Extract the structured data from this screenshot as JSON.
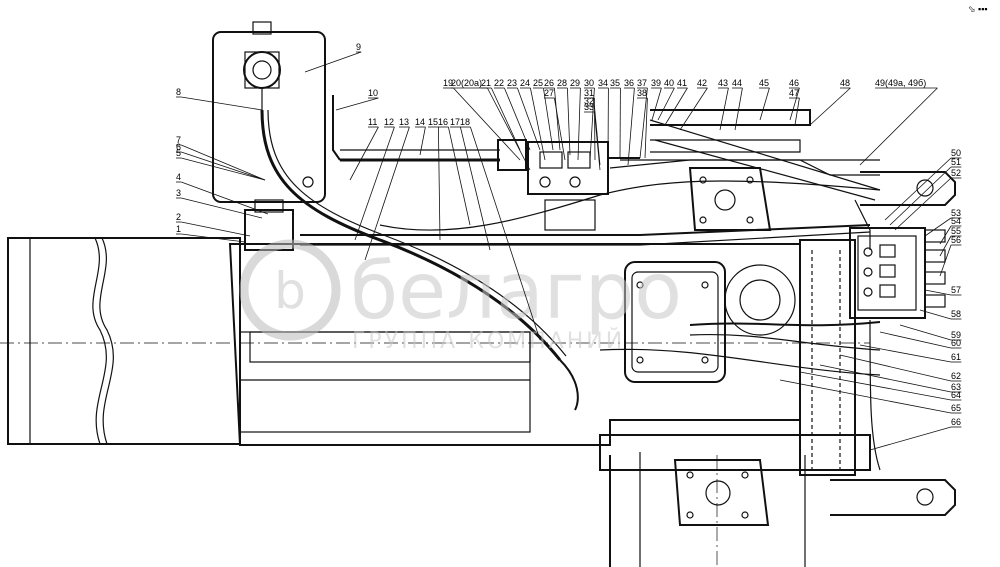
{
  "watermark": {
    "main": "белагро",
    "sub": "ГРУППА КОМПАНИЙ"
  },
  "corner_mark": "⬂ ▪▪▪",
  "callouts": [
    "1",
    "2",
    "3",
    "4",
    "5",
    "6",
    "7",
    "8",
    "9",
    "10",
    "11",
    "12",
    "13",
    "14",
    "15",
    "16",
    "17",
    "18",
    "19",
    "20(20а)",
    "21",
    "22",
    "23",
    "24",
    "25",
    "26",
    "27",
    "28",
    "29",
    "30",
    "31",
    "32",
    "33",
    "34",
    "35",
    "36",
    "37",
    "38",
    "39",
    "40",
    "41",
    "42",
    "43",
    "44",
    "45",
    "46",
    "47",
    "48",
    "49(49а, 49б)",
    "50",
    "51",
    "52",
    "53",
    "54",
    "55",
    "56",
    "57",
    "58",
    "59",
    "60",
    "61",
    "62",
    "63",
    "64",
    "65",
    "66"
  ]
}
